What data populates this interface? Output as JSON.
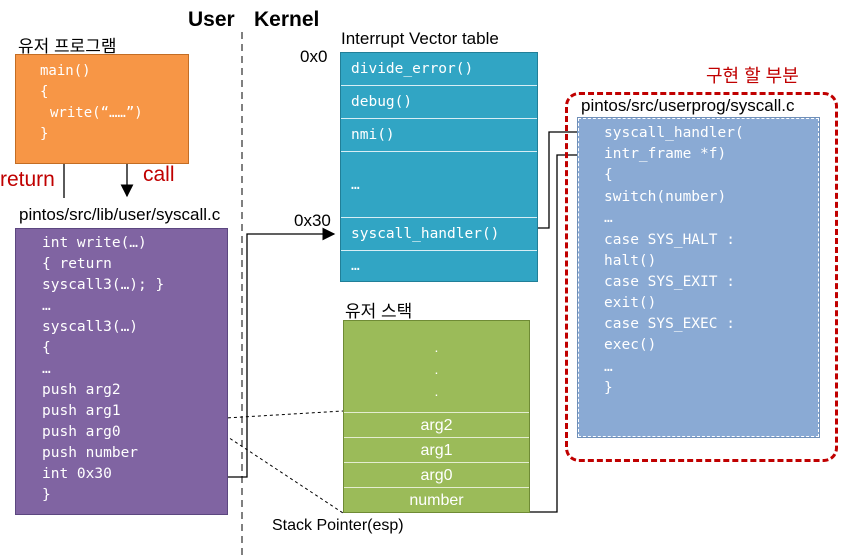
{
  "headers": {
    "user": "User",
    "kernel": "Kernel"
  },
  "user_program": {
    "title": "유저 프로그램",
    "lines": [
      "main()",
      "{",
      "write(“……”)",
      "}"
    ]
  },
  "arrows": {
    "return_label": "return",
    "call_label": "call"
  },
  "lib": {
    "title": "pintos/src/lib/user/syscall.c",
    "lines": [
      "int write(…)",
      "{ return",
      "syscall3(…); }",
      "…",
      "syscall3(…)",
      "{",
      "…",
      "push arg2",
      "push arg1",
      "push arg0",
      "push number",
      "int 0x30",
      "}"
    ]
  },
  "ivt": {
    "title": "Interrupt Vector table",
    "offset_start": "0x0",
    "offset_handler": "0x30",
    "rows": [
      "divide_error()",
      "debug()",
      "nmi()",
      "…",
      "syscall_handler()",
      "…"
    ]
  },
  "stack": {
    "title": "유저 스택",
    "dots": [
      ".",
      ".",
      "."
    ],
    "rows": [
      "arg2",
      "arg1",
      "arg0",
      "number"
    ],
    "sp_label": "Stack Pointer(esp)"
  },
  "syscall": {
    "impl_title": "구현 할 부분",
    "title": "pintos/src/userprog/syscall.c",
    "lines": [
      "syscall_handler(",
      "intr_frame *f)",
      "{",
      "switch(number)",
      "…",
      "case SYS_HALT :",
      "halt()",
      "case SYS_EXIT :",
      "exit()",
      "case SYS_EXEC :",
      "exec()",
      "…",
      "}"
    ]
  },
  "colors": {
    "user_program": "#f79646",
    "lib": "#8064a2",
    "ivt": "#31a5c4",
    "stack": "#9bbb59",
    "syscall": "#8aaad4",
    "impl_border": "#c00000"
  }
}
